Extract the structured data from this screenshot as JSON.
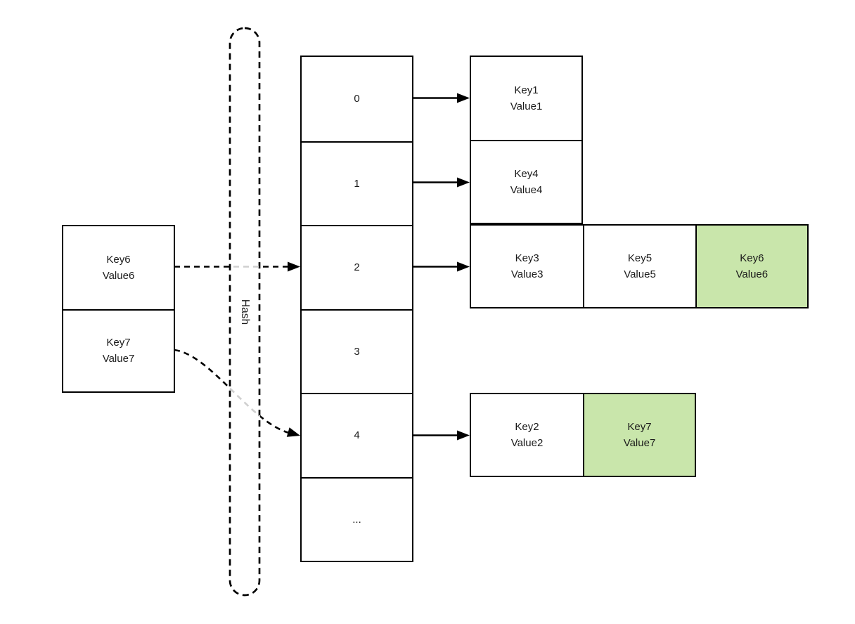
{
  "colors": {
    "line": "#000000",
    "box_fill": "#ffffff",
    "highlight_fill": "#c9e6ab",
    "hash_passthrough": "#cfcfcf"
  },
  "hash": {
    "label": "Hash"
  },
  "inputs": [
    {
      "key": "Key6",
      "value": "Value6"
    },
    {
      "key": "Key7",
      "value": "Value7"
    }
  ],
  "buckets": [
    "0",
    "1",
    "2",
    "3",
    "4",
    "..."
  ],
  "chains": [
    {
      "bucket_index": "0",
      "nodes": [
        {
          "key": "Key1",
          "value": "Value1",
          "highlighted": false
        }
      ]
    },
    {
      "bucket_index": "1",
      "nodes": [
        {
          "key": "Key4",
          "value": "Value4",
          "highlighted": false
        }
      ]
    },
    {
      "bucket_index": "2",
      "nodes": [
        {
          "key": "Key3",
          "value": "Value3",
          "highlighted": false
        },
        {
          "key": "Key5",
          "value": "Value5",
          "highlighted": false
        },
        {
          "key": "Key6",
          "value": "Value6",
          "highlighted": true
        }
      ]
    },
    {
      "bucket_index": "4",
      "nodes": [
        {
          "key": "Key2",
          "value": "Value2",
          "highlighted": false
        },
        {
          "key": "Key7",
          "value": "Value7",
          "highlighted": true
        }
      ]
    }
  ]
}
